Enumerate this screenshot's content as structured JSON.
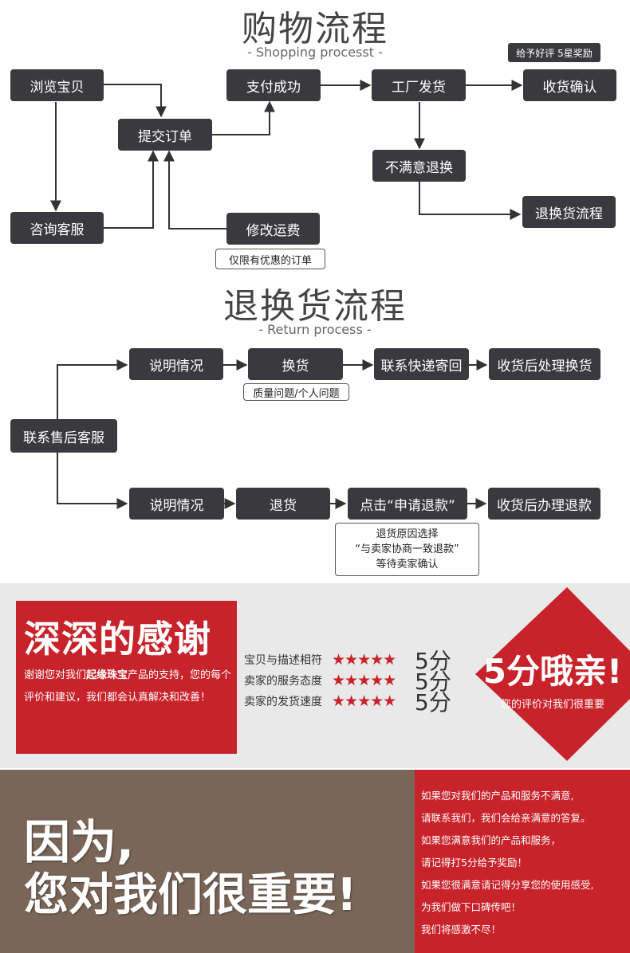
{
  "shopping": {
    "title": "购物流程",
    "subtitle": "- Shopping processt -",
    "browse": "浏览宝贝",
    "submit": "提交订单",
    "pay_success": "支付成功",
    "ship": "工厂发货",
    "receive_confirm": "收货确认",
    "good_review_note": "给予好评 5星奖励",
    "consult": "咨询客服",
    "modify_shipping": "修改运费",
    "discount_note": "仅限有优惠的订单",
    "unsatisfied_return": "不满意退换",
    "return_flow": "退换货流程"
  },
  "returns": {
    "title": "退换货流程",
    "subtitle": "- Return process -",
    "contact_service": "联系售后客服",
    "explain_1": "说明情况",
    "exchange": "换货",
    "quality_note": "质量问题/个人问题",
    "contact_express": "联系快递寄回",
    "process_exchange": "收货后处理换货",
    "explain_2": "说明情况",
    "refund": "退货",
    "click_apply": "点击“申请退款”",
    "process_refund": "收货后办理退款",
    "refund_note": [
      "退货原因选择",
      "“与卖家协商一致退款”",
      "等待卖家确认"
    ]
  },
  "thanks_banner": {
    "heading": "深深的感谢",
    "text_prefix": "谢谢您对我们",
    "brand": "起缘珠宝",
    "text_suffix": "产品的支持，您的每个评价和建议，我们都会认真解决和改善！",
    "ratings": [
      {
        "label": "宝贝与描述相符",
        "stars": "★★★★★",
        "score": "5分"
      },
      {
        "label": "卖家的服务态度",
        "stars": "★★★★★",
        "score": "5分"
      },
      {
        "label": "卖家的发货速度",
        "stars": "★★★★★",
        "score": "5分"
      }
    ],
    "diamond_title": "5分哦亲!",
    "diamond_sub": "您的评价对我们很重要",
    "accent_color": "#c8222a"
  },
  "important_banner": {
    "line1": "因为,",
    "line2": "您对我们很重要!",
    "messages": [
      "如果您对我们的产品和服务不满意,",
      "请联系我们，我们会给亲满意的答复。",
      "如果您满意我们的产品和服务，",
      "请记得打5分给予奖励！",
      "如果您很满意请记得分享您的使用感受,",
      "为我们做下口碑传吧！",
      "我们将感激不尽！"
    ]
  }
}
